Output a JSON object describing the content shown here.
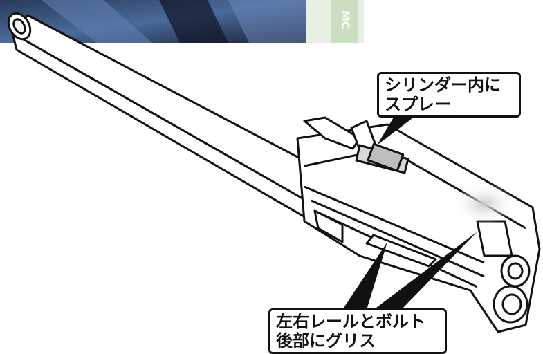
{
  "header_image": {
    "description_icon": "photo-strip-icon",
    "side_label": "MC",
    "colors": {
      "photo_dark": "#1d2740",
      "photo_blue": "#3d5a8c",
      "tab_green": "#c9dfc0"
    }
  },
  "callouts": {
    "top": {
      "lines": [
        "シリンダー内に",
        "スプレー"
      ]
    },
    "bottom": {
      "lines": [
        "左右レールとボルト",
        "後部にグリス"
      ]
    }
  },
  "colors": {
    "stroke": "#111111",
    "fill": "#ffffff",
    "shade": "#d8d8d8",
    "accent_gray": "#bdbdbd"
  }
}
